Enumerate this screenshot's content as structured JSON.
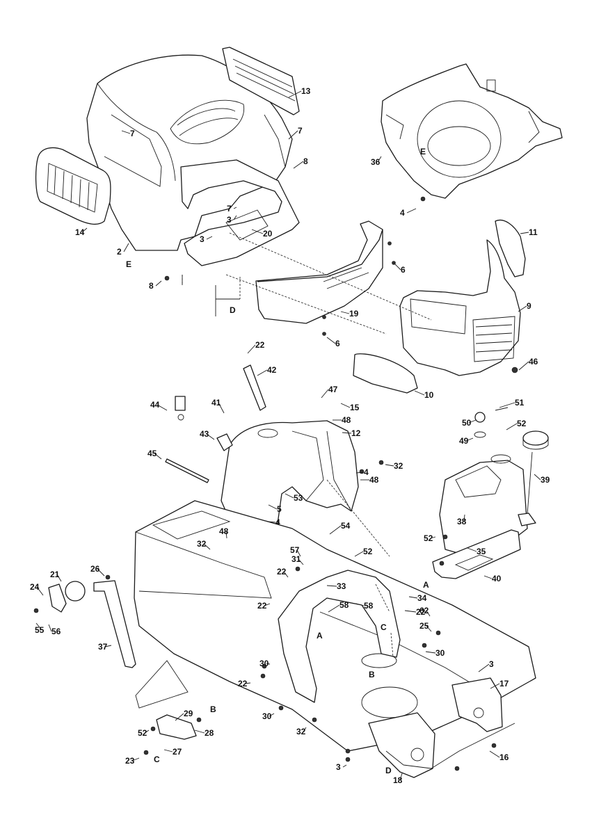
{
  "callouts": [
    "13",
    "7",
    "7",
    "8",
    "14",
    "2",
    "E",
    "7",
    "3",
    "20",
    "3",
    "8",
    "36",
    "E",
    "4",
    "11",
    "6",
    "19",
    "6",
    "9",
    "46",
    "10",
    "D",
    "22",
    "42",
    "44",
    "41",
    "47",
    "15",
    "48",
    "12",
    "43",
    "45",
    "53",
    "32",
    "4",
    "48",
    "5",
    "4",
    "51",
    "50",
    "52",
    "49",
    "39",
    "38",
    "52",
    "35",
    "40",
    "A",
    "54",
    "57",
    "52",
    "31",
    "22",
    "33",
    "58",
    "22",
    "58",
    "34",
    "22",
    "62",
    "25",
    "26",
    "21",
    "24",
    "55",
    "56",
    "37",
    "C",
    "A",
    "30",
    "30",
    "B",
    "22",
    "3",
    "17",
    "30",
    "32",
    "29",
    "B",
    "28",
    "52",
    "27",
    "23",
    "C",
    "16",
    "3",
    "D",
    "18",
    "48",
    "32"
  ]
}
